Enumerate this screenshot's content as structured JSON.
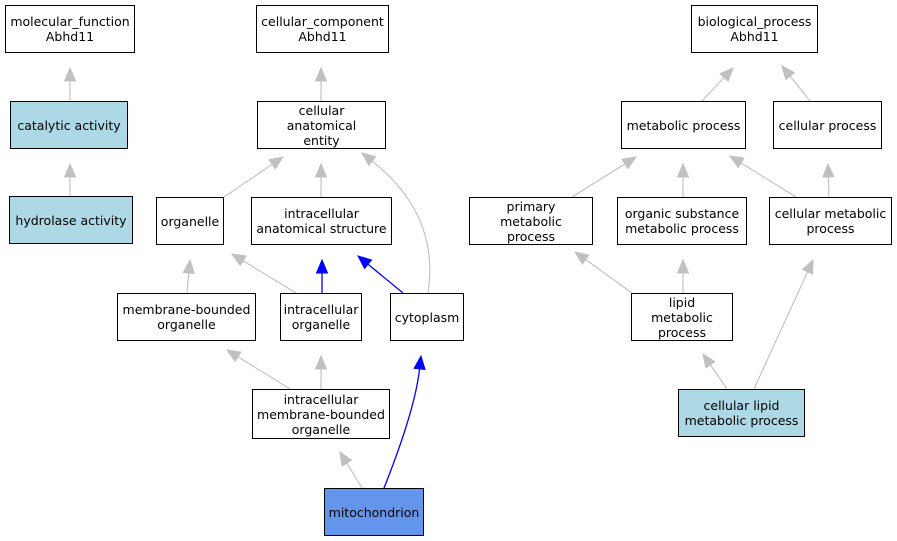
{
  "colors": {
    "highlight_node": "#add8e6",
    "focus_node": "#6495ed",
    "default_node": "#ffffff",
    "edge_gray": "#c0c0c0",
    "edge_blue": "#0000ff"
  },
  "nodes": [
    {
      "id": "mf",
      "label": "molecular_function\nAbhd11",
      "style": "default"
    },
    {
      "id": "cc",
      "label": "cellular_component\nAbhd11",
      "style": "default"
    },
    {
      "id": "bp",
      "label": "biological_process\nAbhd11",
      "style": "default"
    },
    {
      "id": "catalytic",
      "label": "catalytic activity",
      "style": "highlight"
    },
    {
      "id": "hydrolase",
      "label": "hydrolase activity",
      "style": "highlight"
    },
    {
      "id": "cae",
      "label": "cellular anatomical\nentity",
      "style": "default"
    },
    {
      "id": "organelle",
      "label": "organelle",
      "style": "default"
    },
    {
      "id": "ias",
      "label": "intracellular\nanatomical structure",
      "style": "default"
    },
    {
      "id": "mbo",
      "label": "membrane-bounded\norganelle",
      "style": "default"
    },
    {
      "id": "io",
      "label": "intracellular\norganelle",
      "style": "default"
    },
    {
      "id": "cytoplasm",
      "label": "cytoplasm",
      "style": "default"
    },
    {
      "id": "imbo",
      "label": "intracellular\nmembrane-bounded\norganelle",
      "style": "default"
    },
    {
      "id": "mito",
      "label": "mitochondrion",
      "style": "focus"
    },
    {
      "id": "metabolic",
      "label": "metabolic process",
      "style": "default"
    },
    {
      "id": "cellproc",
      "label": "cellular process",
      "style": "default"
    },
    {
      "id": "pmp",
      "label": "primary metabolic\nprocess",
      "style": "default"
    },
    {
      "id": "osmp",
      "label": "organic substance\nmetabolic process",
      "style": "default"
    },
    {
      "id": "cmp",
      "label": "cellular metabolic\nprocess",
      "style": "default"
    },
    {
      "id": "lmp",
      "label": "lipid metabolic\nprocess",
      "style": "default"
    },
    {
      "id": "clmp",
      "label": "cellular lipid\nmetabolic process",
      "style": "highlight"
    }
  ],
  "edges": [
    {
      "from": "catalytic",
      "to": "mf",
      "color": "gray"
    },
    {
      "from": "hydrolase",
      "to": "catalytic",
      "color": "gray"
    },
    {
      "from": "cae",
      "to": "cc",
      "color": "gray"
    },
    {
      "from": "organelle",
      "to": "cae",
      "color": "gray"
    },
    {
      "from": "ias",
      "to": "cae",
      "color": "gray"
    },
    {
      "from": "cytoplasm",
      "to": "cae",
      "color": "gray"
    },
    {
      "from": "mbo",
      "to": "organelle",
      "color": "gray"
    },
    {
      "from": "io",
      "to": "organelle",
      "color": "gray"
    },
    {
      "from": "io",
      "to": "ias",
      "color": "blue"
    },
    {
      "from": "cytoplasm",
      "to": "ias",
      "color": "blue"
    },
    {
      "from": "imbo",
      "to": "mbo",
      "color": "gray"
    },
    {
      "from": "imbo",
      "to": "io",
      "color": "gray"
    },
    {
      "from": "mito",
      "to": "imbo",
      "color": "gray"
    },
    {
      "from": "mito",
      "to": "cytoplasm",
      "color": "blue"
    },
    {
      "from": "metabolic",
      "to": "bp",
      "color": "gray"
    },
    {
      "from": "cellproc",
      "to": "bp",
      "color": "gray"
    },
    {
      "from": "pmp",
      "to": "metabolic",
      "color": "gray"
    },
    {
      "from": "osmp",
      "to": "metabolic",
      "color": "gray"
    },
    {
      "from": "cmp",
      "to": "metabolic",
      "color": "gray"
    },
    {
      "from": "cmp",
      "to": "cellproc",
      "color": "gray"
    },
    {
      "from": "lmp",
      "to": "pmp",
      "color": "gray"
    },
    {
      "from": "lmp",
      "to": "osmp",
      "color": "gray"
    },
    {
      "from": "clmp",
      "to": "lmp",
      "color": "gray"
    },
    {
      "from": "clmp",
      "to": "cmp",
      "color": "gray"
    }
  ]
}
